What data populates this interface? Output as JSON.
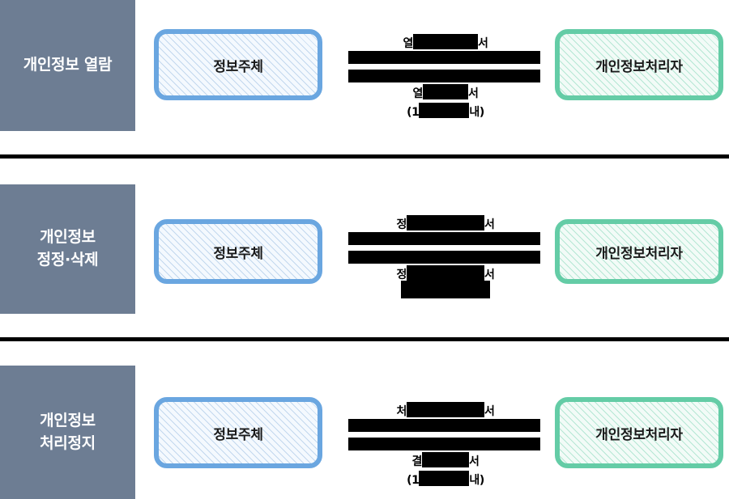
{
  "title": "개인정보 권리행사 절차 다이어그램",
  "colors": {
    "sidebar_bg": "#6d7d93",
    "sidebar_text": "#ffffff",
    "subject_border": "#6aa6e0",
    "subject_fill": "#f4f9fe",
    "controller_border": "#64cca6",
    "controller_fill": "#f2fbf7",
    "divider": "#000000",
    "redaction": "#000000"
  },
  "actors": {
    "subject_label": "정보주체",
    "controller_label": "개인정보처리자"
  },
  "rows": [
    {
      "sidebar_label": "개인정보 열람",
      "caption_top_prefix": "열",
      "caption_top_suffix": "서",
      "caption_bottom_prefix": "열",
      "caption_bottom_suffix": "서",
      "caption_bottom_line2_prefix": "(1",
      "caption_bottom_line2_suffix": "내)"
    },
    {
      "sidebar_label": "개인정보\n정정·삭제",
      "caption_top_prefix": "정",
      "caption_top_suffix": "서",
      "caption_bottom_prefix": "정",
      "caption_bottom_suffix": "서",
      "caption_bottom_line2_prefix": "",
      "caption_bottom_line2_suffix": ""
    },
    {
      "sidebar_label": "개인정보\n처리정지",
      "caption_top_prefix": "처",
      "caption_top_suffix": "서",
      "caption_bottom_prefix": "결",
      "caption_bottom_suffix": "서",
      "caption_bottom_line2_prefix": "(1",
      "caption_bottom_line2_suffix": "내)"
    }
  ]
}
